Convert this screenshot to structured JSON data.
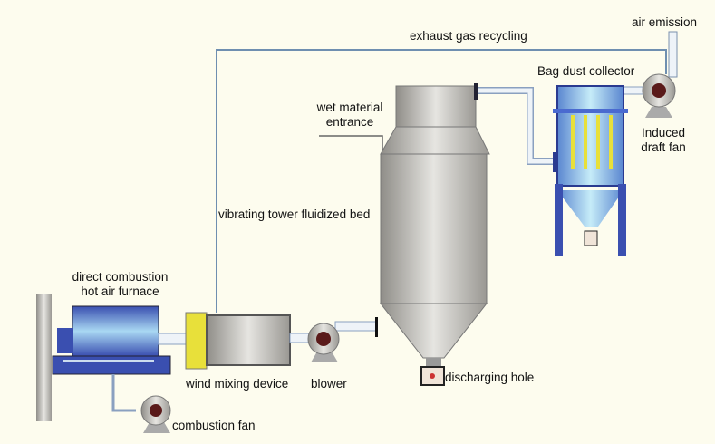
{
  "labels": {
    "exhaust": "exhaust gas recycling",
    "air_emission": "air emission",
    "bag_dust": "Bag dust collector",
    "induced_1": "Induced",
    "induced_2": "draft fan",
    "wet_1": "wet material",
    "wet_2": "entrance",
    "tower": "vibrating tower fluidized bed",
    "furnace_1": "direct combustion",
    "furnace_2": "hot air furnace",
    "mixer": "wind mixing device",
    "blower": "blower",
    "discharge": "discharging hole",
    "combustion_fan": "combustion fan"
  },
  "colors": {
    "background": "#fdfcee",
    "pipe": "#6f8fb0",
    "steel": "#b5b3ad",
    "blue": "#3a4fb0",
    "yellow": "#e8e03a"
  }
}
